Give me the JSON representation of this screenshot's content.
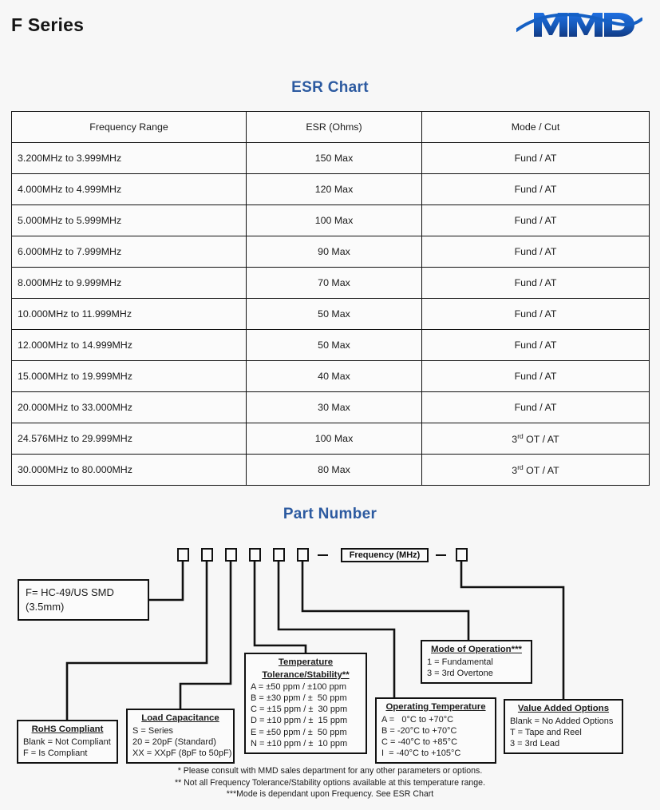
{
  "header": {
    "title": "F Series",
    "logo_text": "MMD",
    "logo_name": "mmd-logo",
    "brand_color": "#1560c4",
    "brand_dark": "#123a84"
  },
  "headings": {
    "esr": "ESR Chart",
    "part_number": "Part Number",
    "color": "#2c5aa0"
  },
  "esr_table": {
    "columns": [
      "Frequency Range",
      "ESR (Ohms)",
      "Mode / Cut"
    ],
    "rows": [
      {
        "freq": "3.200MHz to 3.999MHz",
        "esr": "150 Max",
        "mode": "Fund / AT",
        "mode_sup": ""
      },
      {
        "freq": "4.000MHz to 4.999MHz",
        "esr": "120 Max",
        "mode": "Fund / AT",
        "mode_sup": ""
      },
      {
        "freq": "5.000MHz to 5.999MHz",
        "esr": "100 Max",
        "mode": "Fund / AT",
        "mode_sup": ""
      },
      {
        "freq": "6.000MHz to 7.999MHz",
        "esr": "90 Max",
        "mode": "Fund / AT",
        "mode_sup": ""
      },
      {
        "freq": "8.000MHz to 9.999MHz",
        "esr": "70 Max",
        "mode": "Fund / AT",
        "mode_sup": ""
      },
      {
        "freq": "10.000MHz to 11.999MHz",
        "esr": "50 Max",
        "mode": "Fund / AT",
        "mode_sup": ""
      },
      {
        "freq": "12.000MHz to 14.999MHz",
        "esr": "50 Max",
        "mode": "Fund / AT",
        "mode_sup": ""
      },
      {
        "freq": "15.000MHz to 19.999MHz",
        "esr": "40 Max",
        "mode": "Fund / AT",
        "mode_sup": ""
      },
      {
        "freq": "20.000MHz to 33.000MHz",
        "esr": "30 Max",
        "mode": "Fund / AT",
        "mode_sup": ""
      },
      {
        "freq": "24.576MHz to 29.999MHz",
        "esr": "100 Max",
        "mode": "3|rd| OT / AT",
        "mode_sup": "rd"
      },
      {
        "freq": "30.000MHz to 80.000MHz",
        "esr": "80 Max",
        "mode": "3|rd| OT / AT",
        "mode_sup": "rd"
      }
    ]
  },
  "part_number": {
    "frequency_field": "Frequency (MHz)",
    "code_squares": [
      "",
      "",
      "",
      "",
      "",
      "",
      ""
    ],
    "separators": [
      "—",
      "—"
    ],
    "boxes": {
      "package": {
        "lines": [
          "F= HC-49/US SMD",
          "(3.5mm)"
        ]
      },
      "rohs": {
        "title": "RoHS Compliant",
        "lines": [
          "Blank = Not Compliant",
          "F = Is Compliant"
        ]
      },
      "load_capacitance": {
        "title": "Load Capacitance",
        "lines": [
          "S = Series",
          "20 = 20pF (Standard)",
          "XX = XXpF (8pF to 50pF)"
        ]
      },
      "temperature_tolerance": {
        "title_line1": "Temperature",
        "title_line2": "Tolerance/Stability**",
        "lines": [
          "A = ±50 ppm / ±100 ppm",
          "B = ±30 ppm / ±  50 ppm",
          "C = ±15 ppm / ±  30 ppm",
          "D = ±10 ppm / ±  15 ppm",
          "E = ±50 ppm / ±  50 ppm",
          "N = ±10 ppm / ±  10 ppm"
        ]
      },
      "operating_temperature": {
        "title": "Operating Temperature",
        "lines": [
          "A =   0°C to +70°C",
          "B = -20°C to +70°C",
          "C = -40°C to +85°C",
          "I  = -40°C to +105°C"
        ]
      },
      "mode_of_operation": {
        "title": "Mode of Operation***",
        "lines": [
          "1 = Fundamental",
          "3 = 3rd Overtone"
        ]
      },
      "value_added_options": {
        "title": "Value Added Options",
        "lines": [
          "Blank = No Added Options",
          "T = Tape and Reel",
          "3 = 3rd Lead"
        ]
      }
    }
  },
  "footnotes": [
    "* Please consult with MMD sales department for any other parameters or options.",
    "** Not all Frequency Tolerance/Stability options available at this temperature range.",
    "***Mode is dependant upon Frequency. See ESR Chart"
  ]
}
